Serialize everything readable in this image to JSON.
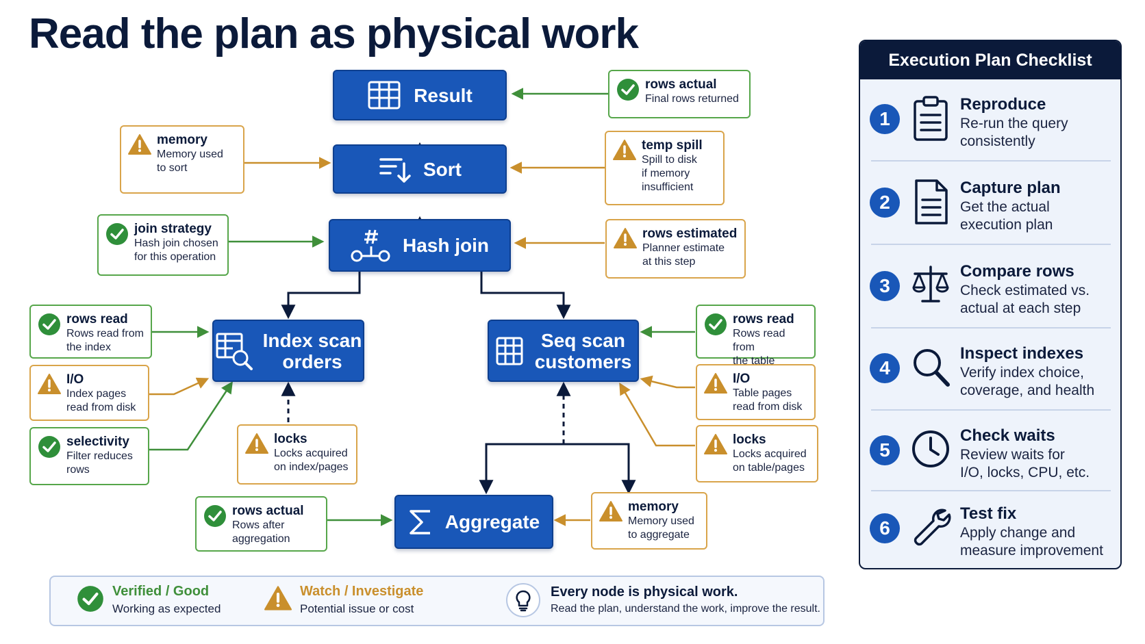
{
  "title": "Read the plan as physical work",
  "colors": {
    "node": "#1957b8",
    "good": "#56a64a",
    "warn": "#d9a44a",
    "navy": "#0b1a3a"
  },
  "nodes": {
    "result": "Result",
    "sort": "Sort",
    "hash_join": "Hash join",
    "index_scan": "Index scan\norders",
    "seq_scan": "Seq scan\ncustomers",
    "aggregate": "Aggregate"
  },
  "cards": {
    "result_rows_actual": {
      "status": "good",
      "title": "rows actual",
      "desc": "Final rows returned"
    },
    "sort_memory": {
      "status": "warn",
      "title": "memory",
      "desc": "Memory used\nto sort"
    },
    "sort_temp_spill": {
      "status": "warn",
      "title": "temp spill",
      "desc": "Spill to disk\nif memory\ninsufficient"
    },
    "join_strategy": {
      "status": "good",
      "title": "join strategy",
      "desc": "Hash join chosen\nfor this operation"
    },
    "join_rows_estimated": {
      "status": "warn",
      "title": "rows estimated",
      "desc": "Planner estimate\nat this step"
    },
    "index_rows_read": {
      "status": "good",
      "title": "rows read",
      "desc": "Rows read from\nthe index"
    },
    "index_io": {
      "status": "warn",
      "title": "I/O",
      "desc": "Index pages\nread from disk"
    },
    "index_selectivity": {
      "status": "good",
      "title": "selectivity",
      "desc": "Filter reduces\nrows"
    },
    "index_locks": {
      "status": "warn",
      "title": "locks",
      "desc": "Locks acquired\non index/pages"
    },
    "seq_rows_read": {
      "status": "good",
      "title": "rows read",
      "desc": "Rows read from\nthe table"
    },
    "seq_io": {
      "status": "warn",
      "title": "I/O",
      "desc": "Table pages\nread from disk"
    },
    "seq_locks": {
      "status": "warn",
      "title": "locks",
      "desc": "Locks acquired\non table/pages"
    },
    "agg_rows_actual": {
      "status": "good",
      "title": "rows actual",
      "desc": "Rows after\naggregation"
    },
    "agg_memory": {
      "status": "warn",
      "title": "memory",
      "desc": "Memory used\nto aggregate"
    }
  },
  "legend": {
    "good_title": "Verified / Good",
    "good_desc": "Working as expected",
    "warn_title": "Watch / Investigate",
    "warn_desc": "Potential issue or cost",
    "tip_title": "Every node is physical work.",
    "tip_desc": "Read the plan, understand the work, improve the result."
  },
  "checklist": {
    "title": "Execution Plan Checklist",
    "steps": [
      {
        "num": "1",
        "icon": "clipboard-icon",
        "title": "Reproduce",
        "desc": "Re-run the query\nconsistently"
      },
      {
        "num": "2",
        "icon": "document-icon",
        "title": "Capture plan",
        "desc": "Get the actual\nexecution plan"
      },
      {
        "num": "3",
        "icon": "scale-icon",
        "title": "Compare rows",
        "desc": "Check estimated vs.\nactual at each step"
      },
      {
        "num": "4",
        "icon": "magnifier-icon",
        "title": "Inspect indexes",
        "desc": "Verify index choice,\ncoverage, and health"
      },
      {
        "num": "5",
        "icon": "clock-icon",
        "title": "Check waits",
        "desc": "Review waits for\nI/O, locks, CPU, etc."
      },
      {
        "num": "6",
        "icon": "wrench-icon",
        "title": "Test fix",
        "desc": "Apply change and\nmeasure improvement"
      }
    ]
  }
}
